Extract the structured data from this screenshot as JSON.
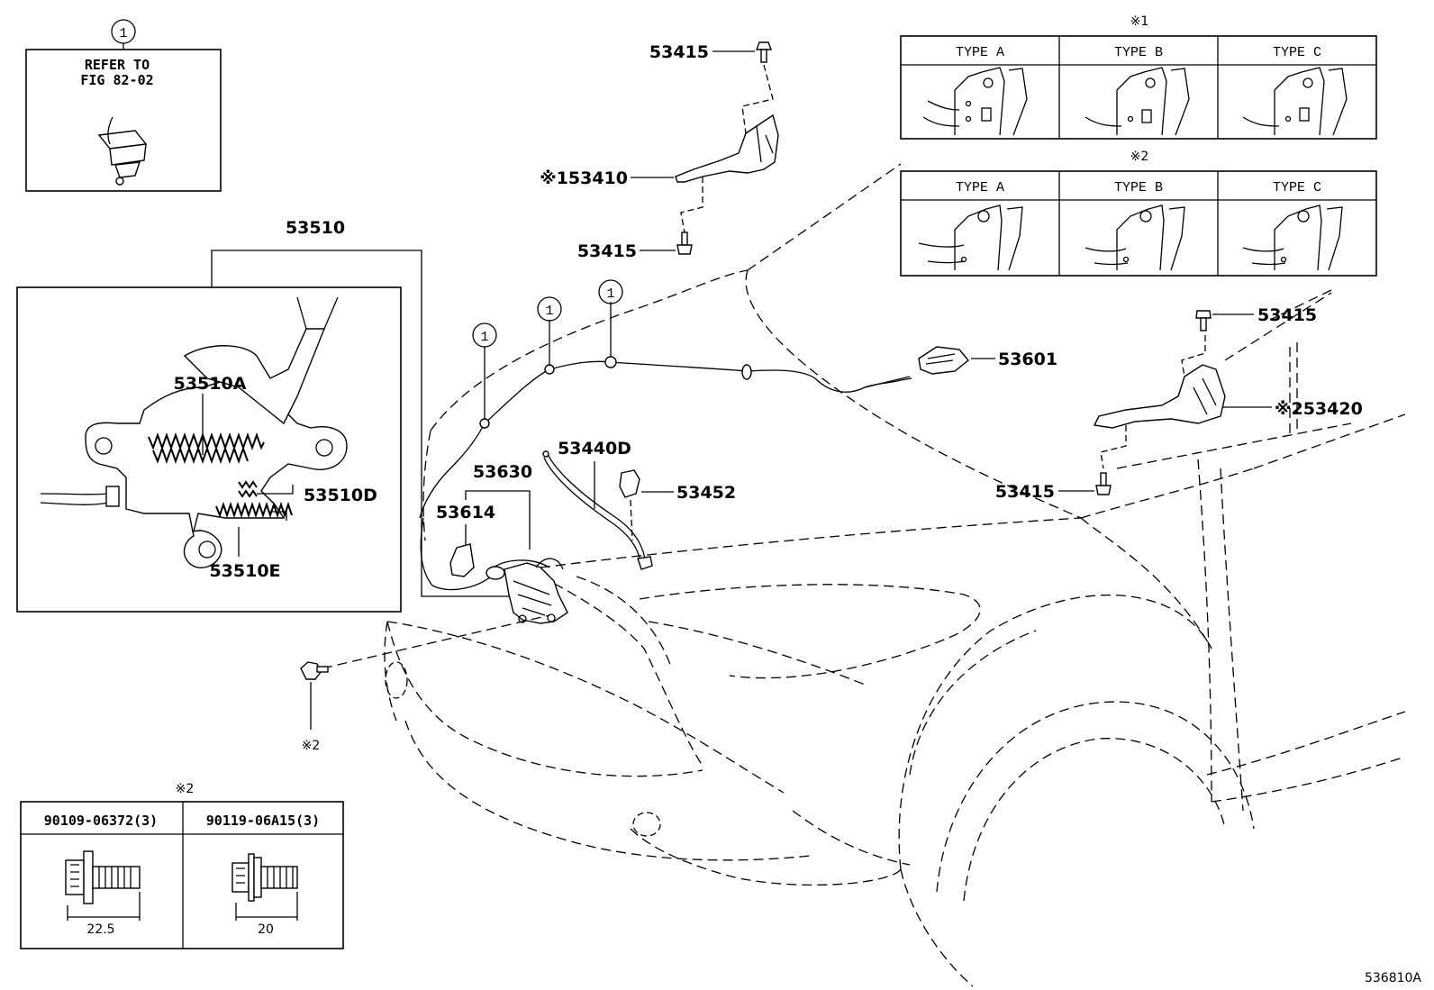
{
  "diagram": {
    "reference_box": {
      "marker": "1",
      "text_line1": "REFER TO",
      "text_line2": "FIG 82-02"
    },
    "note1": {
      "symbol": "※1",
      "types": [
        "TYPE  A",
        "TYPE  B",
        "TYPE  C"
      ]
    },
    "note2": {
      "symbol": "※2",
      "types": [
        "TYPE  A",
        "TYPE  B",
        "TYPE  C"
      ]
    },
    "callout_markers": [
      "1",
      "1",
      "1"
    ],
    "parts": {
      "p53510": "53510",
      "p53510A": "53510A",
      "p53510D": "53510D",
      "p53510E": "53510E",
      "p53415_top": "53415",
      "p53410_prefix": "※1",
      "p53410": "53410",
      "p53415_mid": "53415",
      "p53415_right_top": "53415",
      "p53601": "53601",
      "p53420_prefix": "※2",
      "p53420": "53420",
      "p53415_right_bottom": "53415",
      "p53630": "53630",
      "p53614": "53614",
      "p53440D": "53440D",
      "p53452": "53452",
      "bolt_note": "※2"
    },
    "bolt_table": {
      "symbol": "※2",
      "bolts": [
        {
          "part_no": "90109-06372(3)",
          "length": "22.5"
        },
        {
          "part_no": "90119-06A15(3)",
          "length": "20"
        }
      ]
    },
    "figure_code": "536810A"
  }
}
